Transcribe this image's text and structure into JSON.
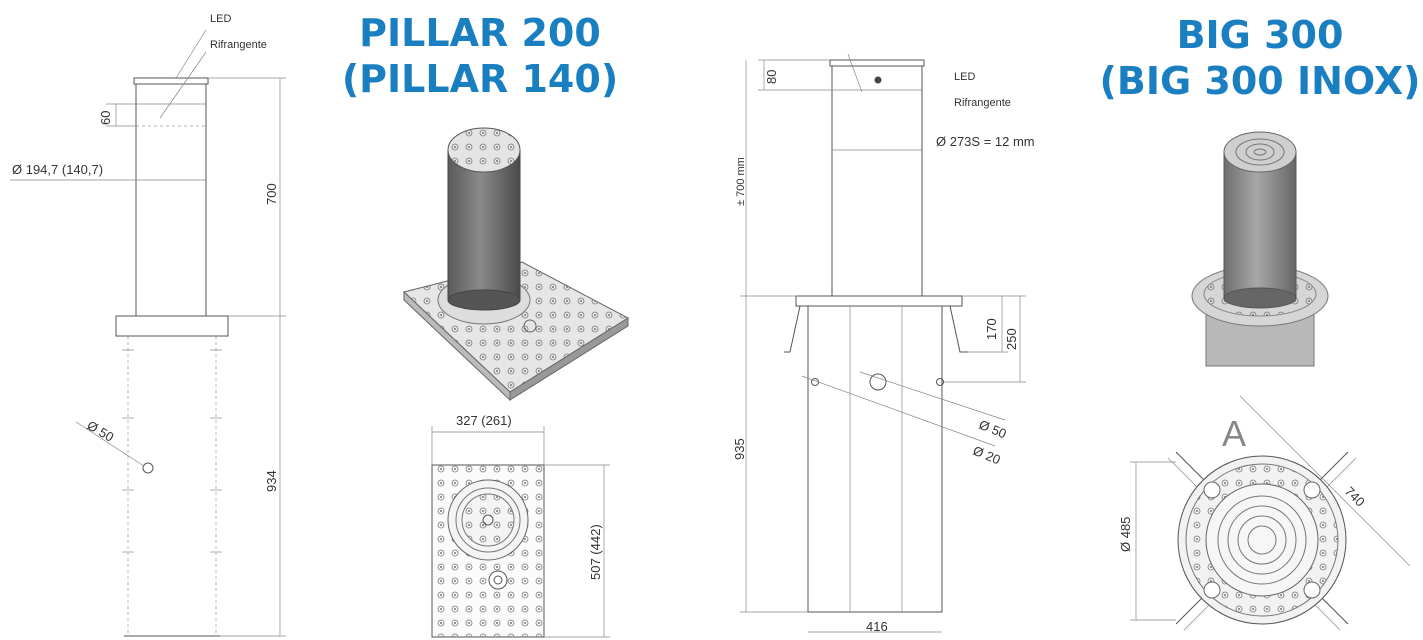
{
  "pillar": {
    "title_line1": "PILLAR 200",
    "title_line2": "(PILLAR 140)",
    "label_led": "LED",
    "label_rifrangente": "Rifrangente",
    "dim_60": "60",
    "dim_diameter": "Ø 194,7 (140,7)",
    "dim_700": "700",
    "dim_934": "934",
    "dim_hole": "Ø 50",
    "dim_plate_width": "327 (261)",
    "dim_plate_length": "507 (442)"
  },
  "big": {
    "title_line1": "BIG 300",
    "title_line2": "(BIG 300 INOX)",
    "dim_80": "80",
    "label_led": "LED",
    "label_rifrangente": "Rifrangente",
    "dim_diameter": "Ø 273S = 12 mm",
    "dim_700": "± 700 mm",
    "dim_170": "170",
    "dim_250": "250",
    "dim_935": "935",
    "dim_hole50": "Ø 50",
    "dim_hole20": "Ø 20",
    "dim_416": "416",
    "label_a": "A",
    "dim_485": "Ø 485",
    "dim_740": "740"
  },
  "colors": {
    "title": "#1a7fc1",
    "line": "#555555"
  }
}
